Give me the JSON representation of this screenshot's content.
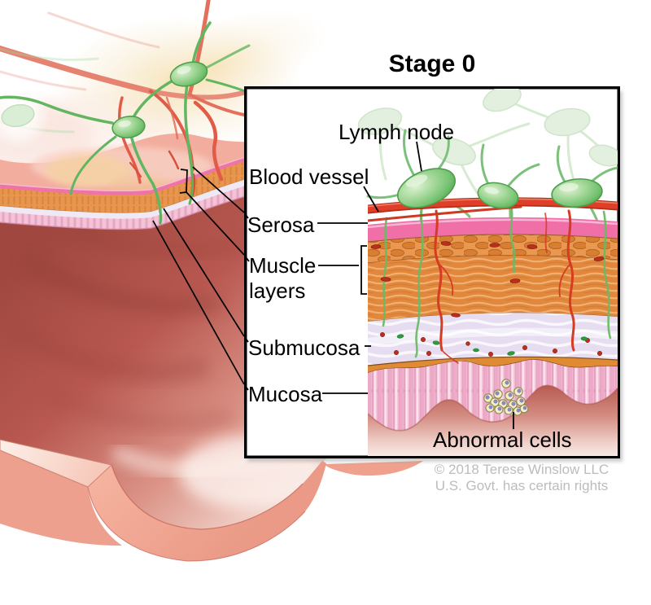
{
  "inset": {
    "title": "Stage 0",
    "labels": {
      "lymph_node": "Lymph node",
      "blood_vessel": "Blood vessel",
      "serosa": "Serosa",
      "muscle_line1": "Muscle",
      "muscle_line2": "layers",
      "submucosa": "Submucosa",
      "mucosa": "Mucosa",
      "abnormal_cells": "Abnormal cells"
    }
  },
  "credit": {
    "line1": "© 2018 Terese Winslow LLC",
    "line2": "U.S. Govt. has certain rights"
  },
  "palette": {
    "lymph_node_green": "#76c272",
    "blood_vessel_red": "#df3f28",
    "serosa_pink": "#f06fa7",
    "muscle_orange": "#e8914b",
    "submucosa_lavender": "#e6def0",
    "mucosa_pink": "#f3b5cf",
    "abnormal_cell_fill": "#f3eec6",
    "label_text": "#000000",
    "credit_gray": "#bcbcbc",
    "box_border": "#000000"
  }
}
